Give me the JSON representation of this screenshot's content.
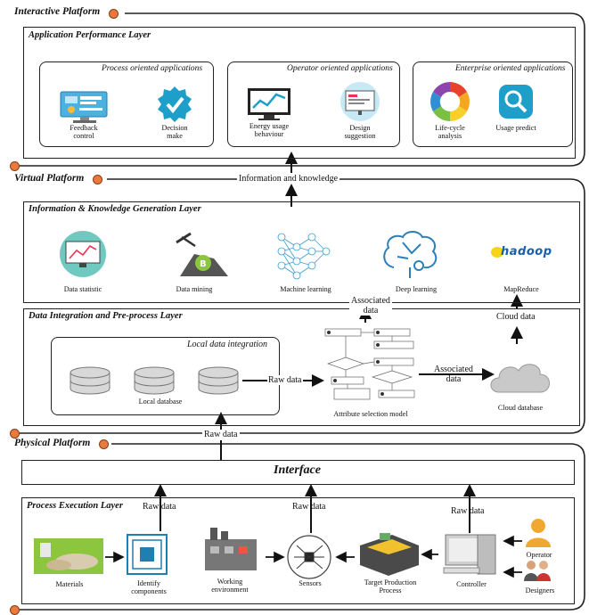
{
  "platforms": {
    "interactive": "Interactive Platform",
    "virtual": "Virtual Platform",
    "physical": "Physical Platform"
  },
  "layers": {
    "application": "Application Performance Layer",
    "info_knowledge": "Information & Knowledge Generation Layer",
    "data_integration": "Data Integration and Pre-process Layer",
    "interface": "Interface",
    "process_execution": "Process Execution Layer"
  },
  "app_groups": [
    {
      "title": "Process oriented applications",
      "items": [
        [
          "Feedback",
          "control"
        ],
        [
          "Decision",
          "make"
        ]
      ]
    },
    {
      "title": "Operator oriented applications",
      "items": [
        [
          "Energy usage",
          "behaviour"
        ],
        [
          "Design",
          "suggestion"
        ]
      ]
    },
    {
      "title": "Enterprise oriented applications",
      "items": [
        [
          "Life-cycle",
          "analysis"
        ],
        [
          "Usage predict"
        ]
      ]
    }
  ],
  "knowledge_items": [
    "Data statistic",
    "Data mining",
    "Machine learning",
    "Deep learning",
    "MapReduce"
  ],
  "hadoop_logo": "hadoop",
  "integration": {
    "local_group_title": "Local data integration",
    "local_database": "Local database",
    "attribute_model": "Attribute selection model",
    "cloud_database": "Cloud database"
  },
  "flows": {
    "info_knowledge": "Information and knowledge",
    "associated_data_up": [
      "Associated",
      "data"
    ],
    "associated_data_right": [
      "Associated",
      "data"
    ],
    "cloud_data": "Cloud data",
    "raw_data_local": "Raw data",
    "raw_data_physical": "Raw data",
    "raw_data_identify": "Raw data",
    "raw_data_sensors": "Raw data",
    "raw_data_controller": "Raw data"
  },
  "process_items": {
    "materials": "Materials",
    "identify": [
      "Identify",
      "components"
    ],
    "working_env": [
      "Working",
      "environment"
    ],
    "sensors": "Sensors",
    "target": [
      "Target Production",
      "Process"
    ],
    "controller": "Controller",
    "operator": "Operator",
    "designers": "Designers"
  },
  "colors": {
    "accent_dot": "#e87a3e",
    "line": "#222222",
    "teal": "#1e9fc9",
    "cloud": "#c9c9c9"
  }
}
